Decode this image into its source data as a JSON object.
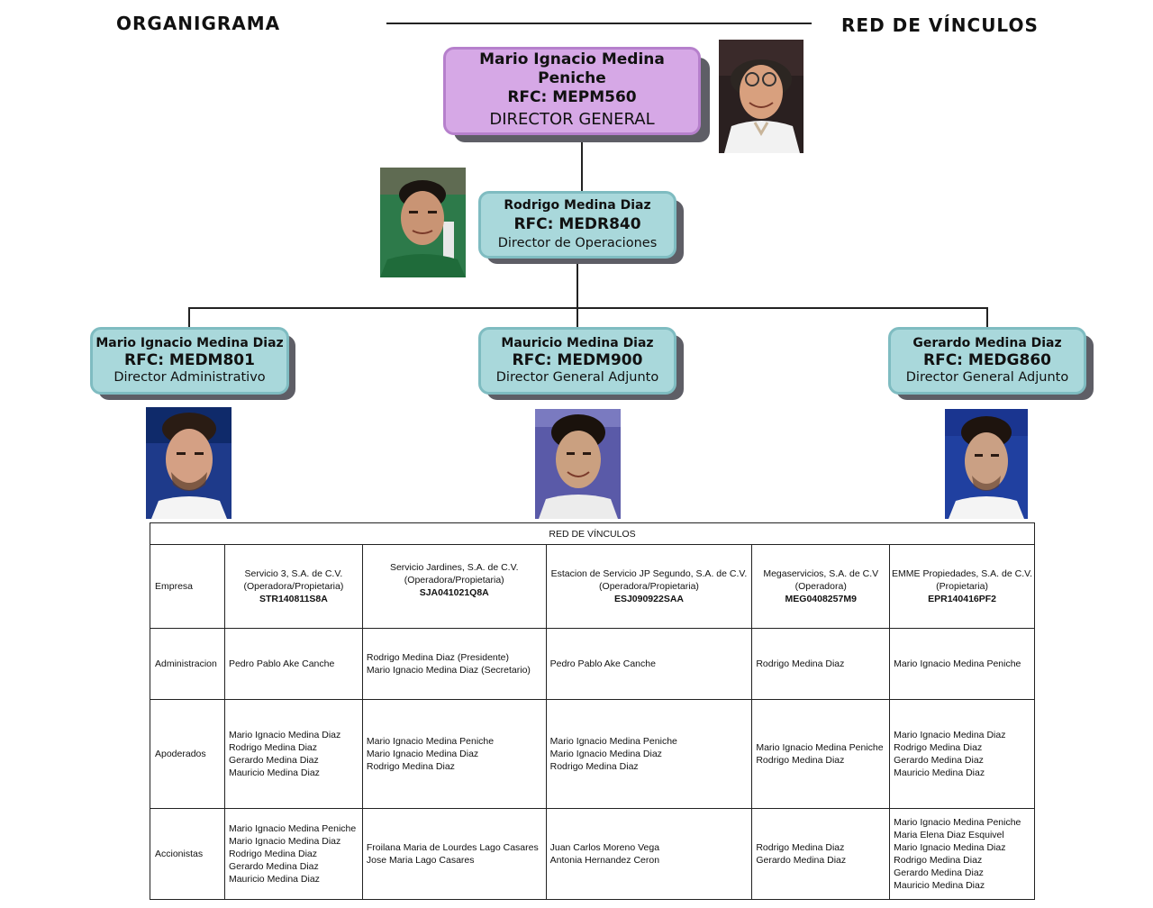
{
  "headings": {
    "left": "ORGANIGRAMA",
    "right": "RED DE VÍNCULOS"
  },
  "org": {
    "top": {
      "name": "Mario Ignacio Medina Peniche",
      "rfc": "RFC: MEPM560",
      "role": "DIRECTOR GENERAL"
    },
    "second": {
      "name": "Rodrigo Medina Diaz",
      "rfc": "RFC: MEDR840",
      "role": "Director de Operaciones"
    },
    "left": {
      "name": "Mario Ignacio Medina Diaz",
      "rfc": "RFC: MEDM801",
      "role": "Director Administrativo"
    },
    "center": {
      "name": "Mauricio Medina Diaz",
      "rfc": "RFC: MEDM900",
      "role": "Director General Adjunto"
    },
    "right": {
      "name": "Gerardo Medina Diaz",
      "rfc": "RFC: MEDG860",
      "role": "Director General Adjunto"
    }
  },
  "table": {
    "title": "RED DE VÍNCULOS",
    "row_labels": {
      "empresa": "Empresa",
      "administracion": "Administracion",
      "apoderados": "Apoderados",
      "accionistas": "Accionistas"
    },
    "companies": [
      {
        "name": "Servicio 3, S.A. de C.V.",
        "type": "(Operadora/Propietaria)",
        "rfc": "STR140811S8A",
        "administracion": [
          "Pedro Pablo Ake Canche"
        ],
        "apoderados": [
          "Mario Ignacio Medina Diaz",
          "Rodrigo Medina Diaz",
          "Gerardo Medina Diaz",
          "Mauricio Medina Diaz"
        ],
        "accionistas": [
          "Mario Ignacio Medina Peniche",
          "Mario Ignacio Medina Diaz",
          "Rodrigo Medina Diaz",
          "Gerardo Medina Diaz",
          "Mauricio Medina Diaz"
        ]
      },
      {
        "name": "Servicio Jardines, S.A. de C.V.",
        "type": "(Operadora/Propietaria)",
        "rfc": "SJA041021Q8A",
        "administracion": [
          "Rodrigo Medina Diaz (Presidente)",
          "Mario Ignacio Medina Diaz (Secretario)"
        ],
        "apoderados": [
          "Mario Ignacio Medina Peniche",
          "Mario Ignacio Medina Diaz",
          "Rodrigo Medina Diaz"
        ],
        "accionistas": [
          "Froilana Maria de Lourdes Lago Casares",
          "Jose Maria Lago Casares"
        ]
      },
      {
        "name": "Estacion de Servicio JP Segundo, S.A. de C.V.",
        "type": "(Operadora/Propietaria)",
        "rfc": "ESJ090922SAA",
        "administracion": [
          "Pedro Pablo Ake Canche"
        ],
        "apoderados": [
          "Mario Ignacio Medina Peniche",
          "Mario Ignacio Medina Diaz",
          "Rodrigo Medina Diaz"
        ],
        "accionistas": [
          "Juan Carlos Moreno Vega",
          "Antonia Hernandez Ceron"
        ]
      },
      {
        "name": "Megaservicios, S.A. de C.V",
        "type": "(Operadora)",
        "rfc": "MEG0408257M9",
        "administracion": [
          "Rodrigo Medina Diaz"
        ],
        "apoderados": [
          "Mario Ignacio Medina Peniche",
          "Rodrigo Medina Diaz"
        ],
        "accionistas": [
          "Rodrigo Medina Diaz",
          "Gerardo Medina Diaz"
        ]
      },
      {
        "name": "EMME Propiedades, S.A. de C.V.",
        "type": "(Propietaria)",
        "rfc": "EPR140416PF2",
        "administracion": [
          "Mario Ignacio Medina Peniche"
        ],
        "apoderados": [
          "Mario Ignacio Medina Diaz",
          "Rodrigo Medina Diaz",
          "Gerardo Medina Diaz",
          "Mauricio Medina Diaz"
        ],
        "accionistas": [
          "Mario Ignacio Medina Peniche",
          "Maria Elena Diaz Esquivel",
          "Mario Ignacio Medina Diaz",
          "Rodrigo Medina Diaz",
          "Gerardo Medina Diaz",
          "Mauricio Medina Diaz"
        ]
      }
    ]
  }
}
